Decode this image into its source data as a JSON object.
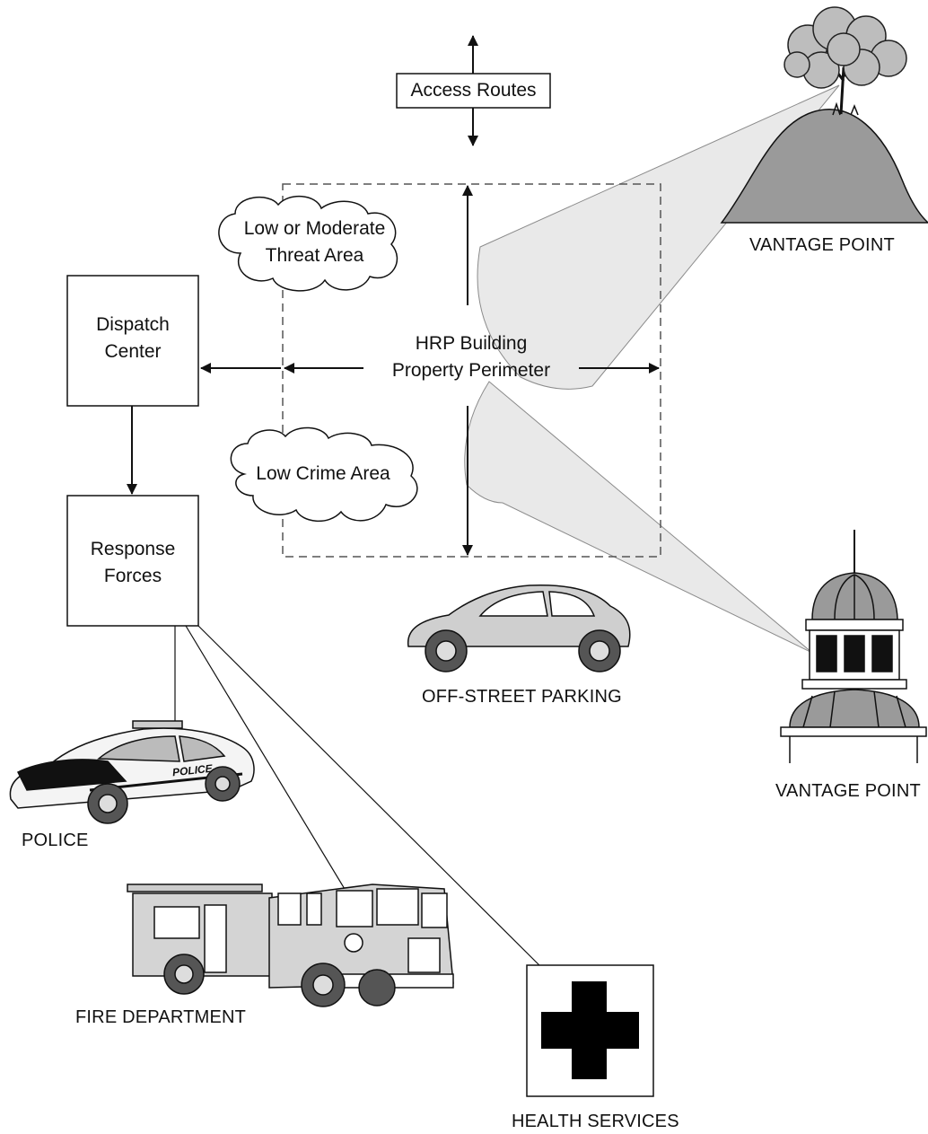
{
  "access_routes": "Access Routes",
  "threat_area": {
    "line1": "Low or Moderate",
    "line2": "Threat Area"
  },
  "crime_area": "Low Crime Area",
  "dispatch": {
    "line1": "Dispatch",
    "line2": "Center"
  },
  "response": {
    "line1": "Response",
    "line2": "Forces"
  },
  "perimeter": {
    "line1": "HRP Building",
    "line2": "Property Perimeter"
  },
  "vantage_hill": "VANTAGE POINT",
  "vantage_dome": "VANTAGE POINT",
  "parking": "OFF-STREET PARKING",
  "police": "POLICE",
  "police_decal": "POLICE",
  "fire": "FIRE DEPARTMENT",
  "health": "HEALTH SERVICES"
}
